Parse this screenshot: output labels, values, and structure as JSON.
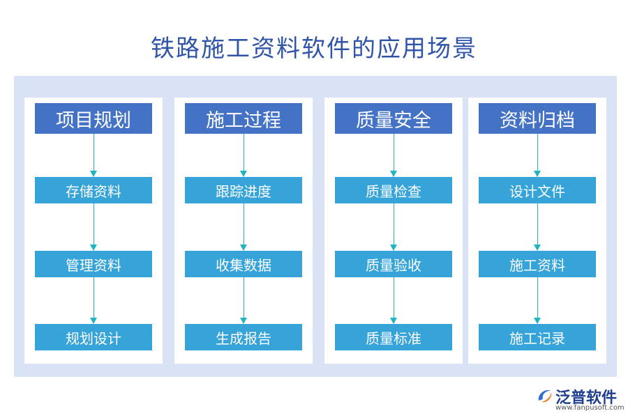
{
  "title": "铁路施工资料软件的应用场景",
  "columns": [
    {
      "header": "项目规划",
      "items": [
        "存储资料",
        "管理资料",
        "规划设计"
      ]
    },
    {
      "header": "施工过程",
      "items": [
        "跟踪进度",
        "收集数据",
        "生成报告"
      ]
    },
    {
      "header": "质量安全",
      "items": [
        "质量检查",
        "质量验收",
        "质量标准"
      ]
    },
    {
      "header": "资料归档",
      "items": [
        "设计文件",
        "施工资料",
        "施工记录"
      ]
    }
  ],
  "logo": {
    "name": "泛普软件",
    "url": "www.fanpusoft.com"
  },
  "colors": {
    "header": "#4472c4",
    "item": "#36a3d9",
    "arrow": "#1fb3c4",
    "panel": "#d9e3f5",
    "title": "#2f54a8"
  }
}
